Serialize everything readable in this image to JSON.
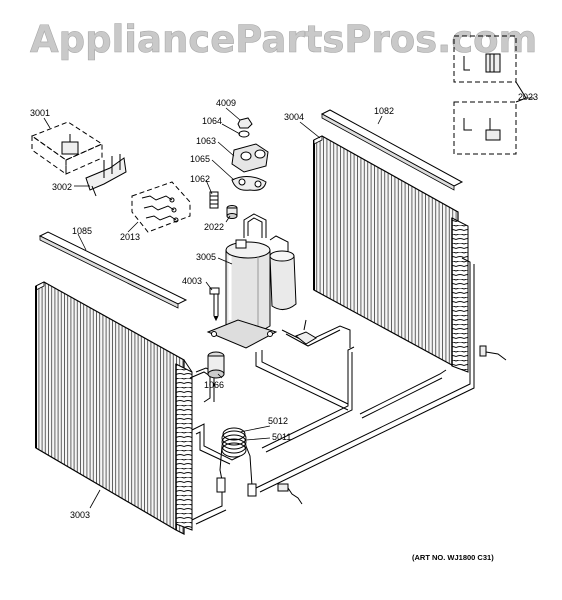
{
  "watermark": "AppliancePartsPros.com",
  "art_number": "(ART NO. WJ1800 C31)",
  "part_labels": {
    "p3001": "3001",
    "p3002": "3002",
    "p2013": "2013",
    "p4009": "4009",
    "p1064": "1064",
    "p1063": "1063",
    "p1065": "1065",
    "p1062": "1062",
    "p2022": "2022",
    "p3004": "3004",
    "p1082": "1082",
    "p2023": "2023",
    "p1085": "1085",
    "p3005": "3005",
    "p4003": "4003",
    "p1066": "1066",
    "p5012": "5012",
    "p5011": "5011",
    "p3003": "3003"
  },
  "colors": {
    "watermark_fill": "#c9c9c9",
    "line": "#000000",
    "coil_fill": "#f4f4f4",
    "part_fill": "#e8e8e8"
  }
}
